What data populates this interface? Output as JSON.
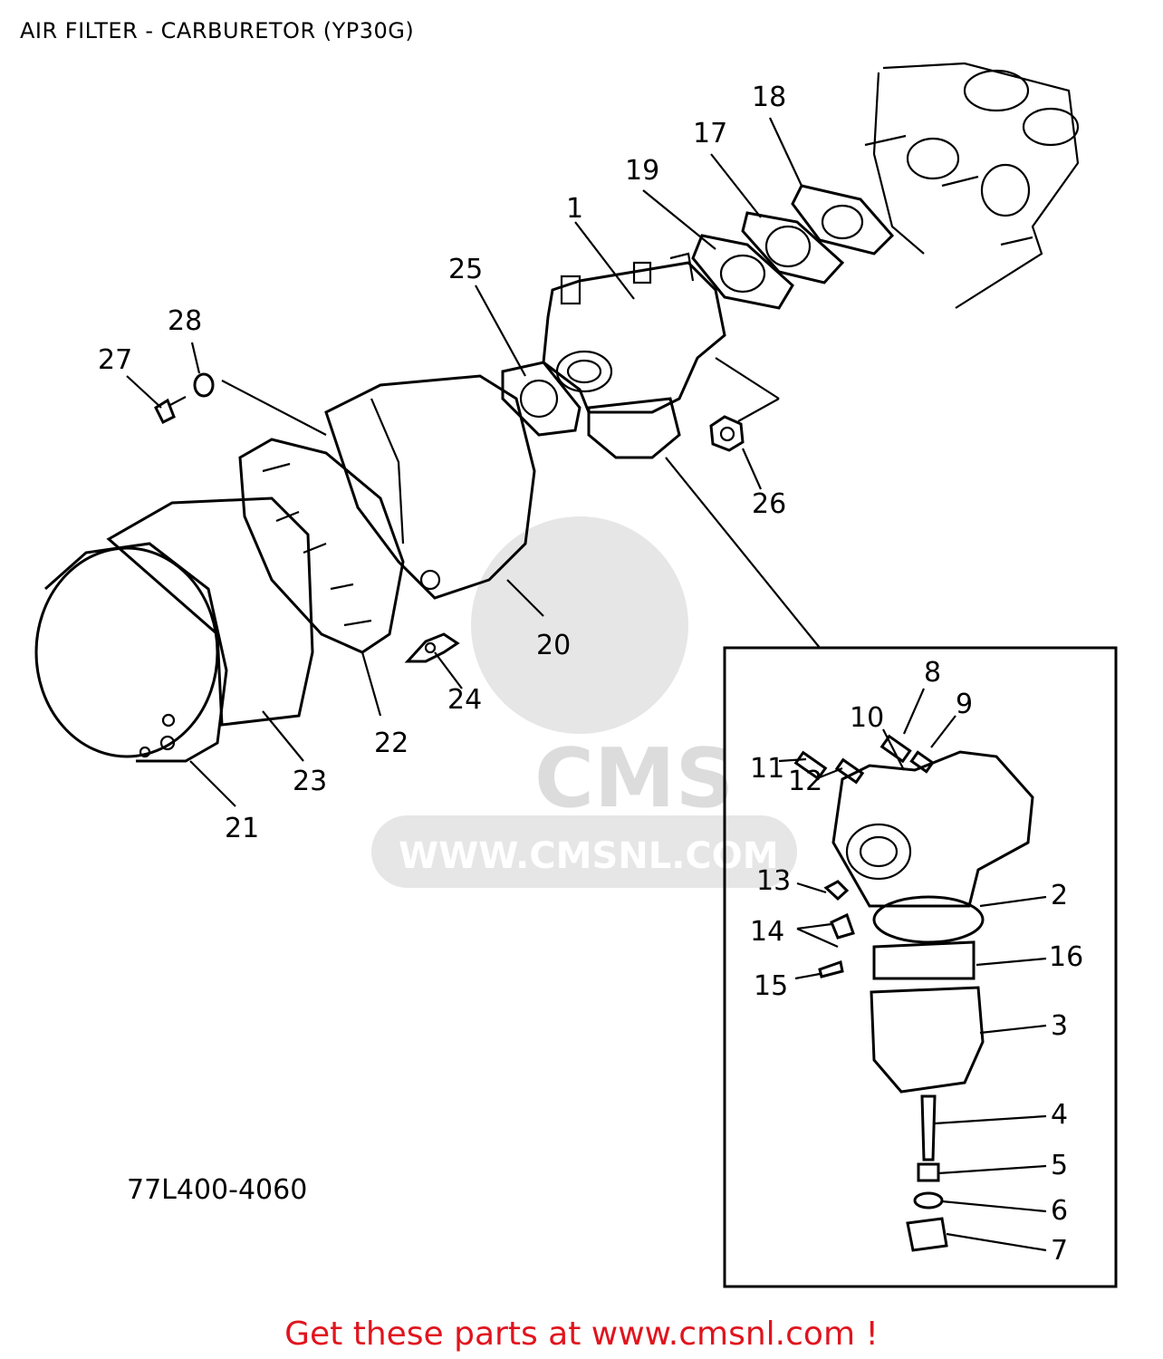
{
  "title": "AIR FILTER - CARBURETOR (YP30G)",
  "diagram_code": "77L400-4060",
  "watermark": {
    "logo_text": "CMS",
    "url": "WWW.CMSNL.COM"
  },
  "callouts": [
    "1",
    "2",
    "3",
    "4",
    "5",
    "6",
    "7",
    "8",
    "9",
    "10",
    "11",
    "12",
    "13",
    "14",
    "15",
    "16",
    "17",
    "18",
    "19",
    "20",
    "21",
    "22",
    "23",
    "24",
    "25",
    "26",
    "27",
    "28"
  ],
  "footer": {
    "link_text": "Get these parts at www.cmsnl.com !",
    "color": "#e0141e"
  }
}
